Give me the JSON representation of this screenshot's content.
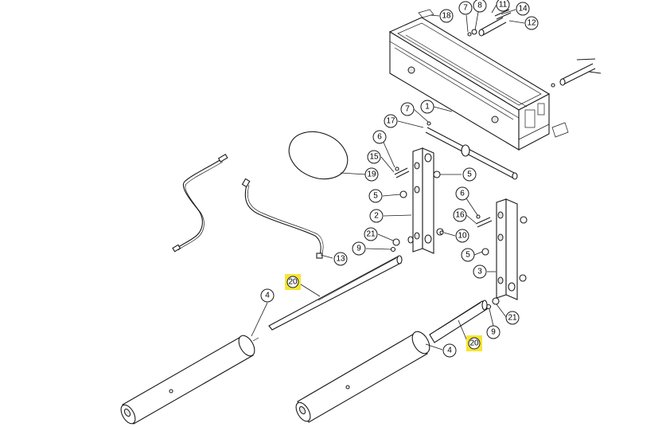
{
  "colors": {
    "highlight": "#f5e633",
    "stroke": "#1a1a1a",
    "background": "#ffffff"
  },
  "callouts": [
    {
      "id": "c18",
      "label": "18"
    },
    {
      "id": "c7a",
      "label": "7"
    },
    {
      "id": "c8",
      "label": "8"
    },
    {
      "id": "c11",
      "label": "11"
    },
    {
      "id": "c14",
      "label": "14"
    },
    {
      "id": "c12",
      "label": "12"
    },
    {
      "id": "c7b",
      "label": "7"
    },
    {
      "id": "c1",
      "label": "1"
    },
    {
      "id": "c17",
      "label": "17"
    },
    {
      "id": "c6a",
      "label": "6"
    },
    {
      "id": "c15",
      "label": "15"
    },
    {
      "id": "c19",
      "label": "19"
    },
    {
      "id": "c5a",
      "label": "5"
    },
    {
      "id": "c5b",
      "label": "5"
    },
    {
      "id": "c6b",
      "label": "6"
    },
    {
      "id": "c16",
      "label": "16"
    },
    {
      "id": "c2",
      "label": "2"
    },
    {
      "id": "c21a",
      "label": "21"
    },
    {
      "id": "c10",
      "label": "10"
    },
    {
      "id": "c9a",
      "label": "9"
    },
    {
      "id": "c13",
      "label": "13"
    },
    {
      "id": "c5c",
      "label": "5"
    },
    {
      "id": "c3",
      "label": "3"
    },
    {
      "id": "c20a",
      "label": "20"
    },
    {
      "id": "c4a",
      "label": "4"
    },
    {
      "id": "c9b",
      "label": "9"
    },
    {
      "id": "c21b",
      "label": "21"
    },
    {
      "id": "c20b",
      "label": "20"
    },
    {
      "id": "c4b",
      "label": "4"
    }
  ]
}
